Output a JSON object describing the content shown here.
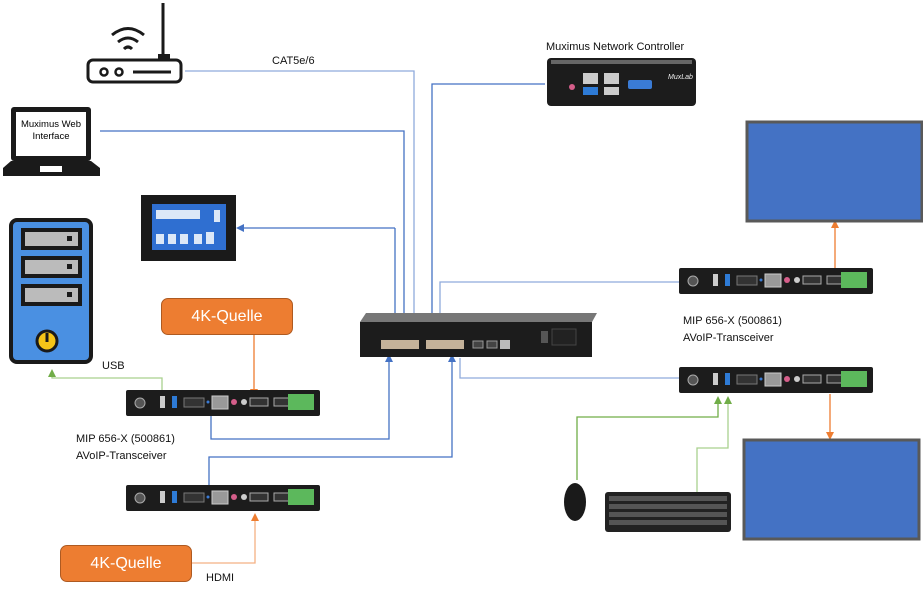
{
  "labels": {
    "cable_type": "CAT5e/6",
    "controller": "Muximus Network  Controller",
    "web_interface_line1": "Muximus Web",
    "web_interface_line2": "Interface",
    "usb": "USB",
    "hdmi": "HDMI",
    "transceiver_left_model": "MIP 656-X (500861)",
    "transceiver_left_type": "AVoIP-Transceiver",
    "transceiver_right_model": "MIP 656-X (500861)",
    "transceiver_right_type": "AVoIP-Transceiver"
  },
  "sources": [
    {
      "label": "4K-Quelle"
    },
    {
      "label": "4K-Quelle"
    }
  ],
  "devices": {
    "router": "router-icon",
    "laptop": "laptop-icon",
    "pc": "pc-tower-icon",
    "touch_panel": "touch-panel",
    "switch": "network-switch",
    "controller": "network-controller",
    "display_top": "display",
    "display_bottom": "display",
    "mouse": "mouse",
    "keyboard": "keyboard"
  },
  "colors": {
    "network": "#4472c4",
    "network_light": "#8faadc",
    "video": "#ed7d31",
    "video_light": "#f4b183",
    "usb": "#70ad47",
    "display_fill": "#4472c4",
    "pc_body": "#4a90e2"
  }
}
